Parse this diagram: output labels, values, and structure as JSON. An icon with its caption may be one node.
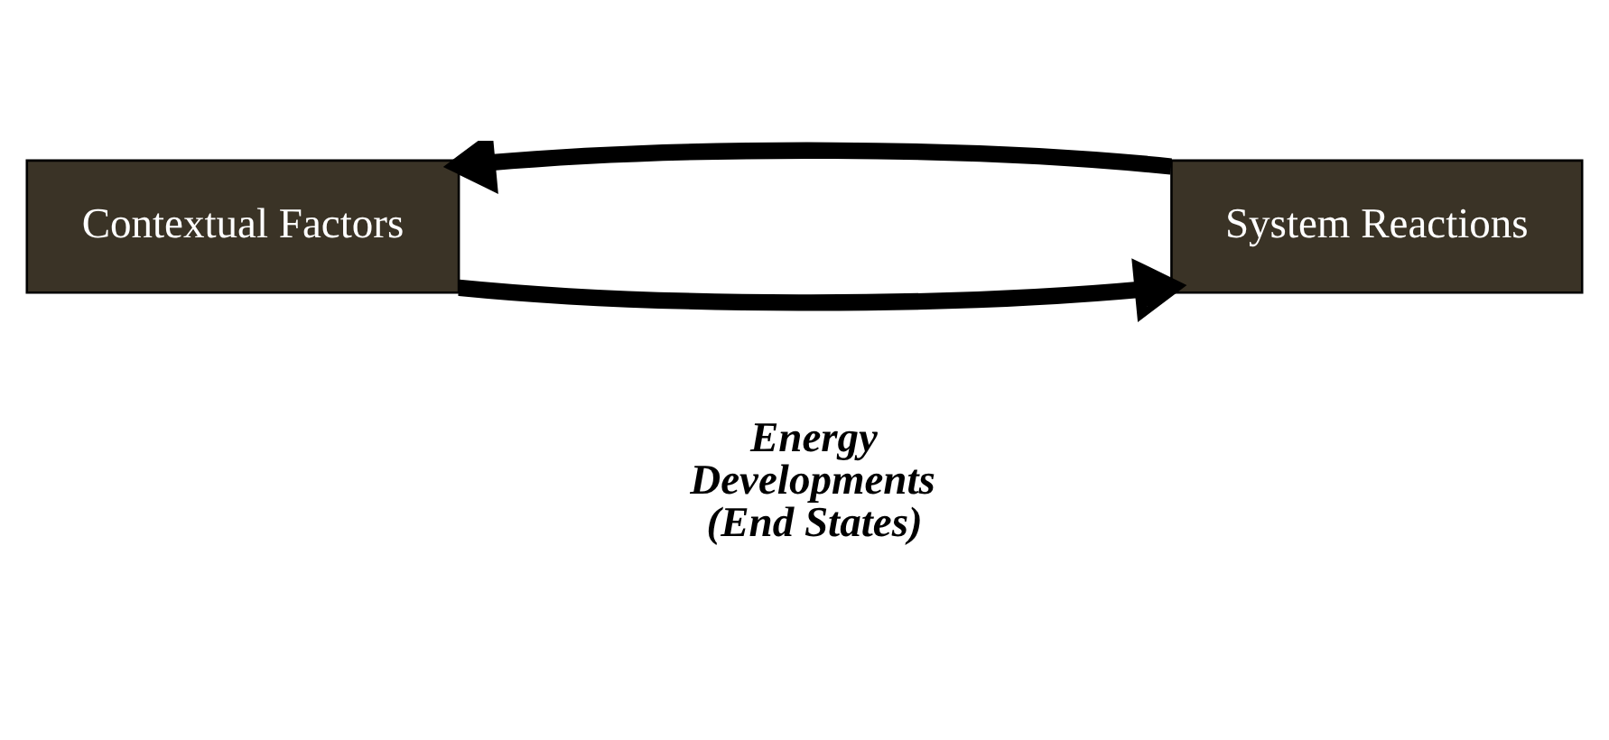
{
  "diagram": {
    "nodes": [
      {
        "text": [
          "Contextual Factors"
        ]
      },
      {
        "text": [
          "System Reactions"
        ]
      }
    ],
    "edges": [
      {
        "from": 1,
        "to": 0,
        "arrow": "to"
      },
      {
        "from": 0,
        "to": 1,
        "arrow": "to"
      }
    ],
    "labels": [
      "Energy Developments (End States)"
    ]
  }
}
